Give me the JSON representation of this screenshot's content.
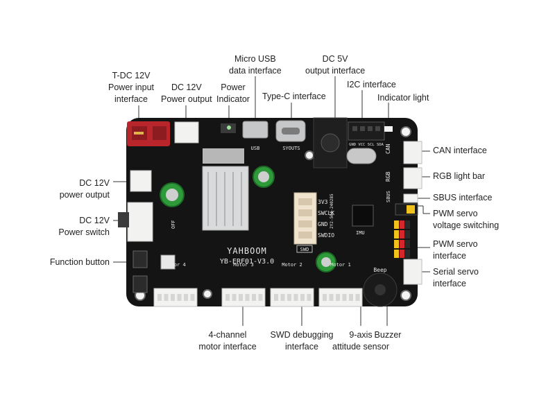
{
  "callouts": {
    "tdc_input": [
      "T-DC 12V",
      "Power input",
      "interface"
    ],
    "dc12_output_top": [
      "DC 12V",
      "Power output"
    ],
    "power_indicator": [
      "Power",
      "Indicator"
    ],
    "micro_usb": [
      "Micro USB",
      "data interface"
    ],
    "type_c": [
      "Type-C interface"
    ],
    "dc5v_output": [
      "DC 5V",
      "output interface"
    ],
    "i2c": [
      "I2C interface"
    ],
    "indicator_light": [
      "Indicator light"
    ],
    "can": [
      "CAN interface"
    ],
    "rgb": [
      "RGB light bar"
    ],
    "sbus": [
      "SBUS interface"
    ],
    "pwm_switch": [
      "PWM servo",
      "voltage switching"
    ],
    "pwm_servo": [
      "PWM servo",
      "interface"
    ],
    "serial_servo": [
      "Serial servo",
      "interface"
    ],
    "dc12_output_left": [
      "DC 12V",
      "power output"
    ],
    "power_switch": [
      "DC 12V",
      "Power switch"
    ],
    "function_button": [
      "Function button"
    ],
    "motor": [
      "4-channel",
      "motor interface"
    ],
    "swd": [
      "SWD debugging",
      "interface"
    ],
    "imu": [
      "9-axis",
      "attitude sensor"
    ],
    "buzzer": [
      "Buzzer"
    ]
  },
  "silkscreen": {
    "logo": "YAHBOOM",
    "model": "YB-ERF01-V3.0",
    "serial": "2Y2-504-240285",
    "swd_pins": [
      "3V3",
      "SWCLK",
      "GND",
      "SWDIO"
    ],
    "swd_label": "SWD",
    "usb_label": "USB",
    "typec_label": "SYOUTS",
    "i2c_pins": "GND VCC SCL SDA",
    "can_label": "CAN",
    "rgb_label": "RGB",
    "sbus_label": "SBUS",
    "imu_label": "IMU",
    "beep_label": "Beep",
    "motor_labels": [
      "Motor 4",
      "Motor 3",
      "Motor 2",
      "Motor 1"
    ],
    "off_label": "OFF"
  },
  "colors": {
    "board": "#141414",
    "label_text": "#222222",
    "leader_line": "#333333",
    "xt_connector": "#b8262b",
    "capacitor": "#2f9a3a",
    "heatsink": "#d9dadc",
    "connector_white": "#f2f2f0",
    "pin_yellow": "#f1c21b",
    "pin_red": "#d6262b"
  }
}
